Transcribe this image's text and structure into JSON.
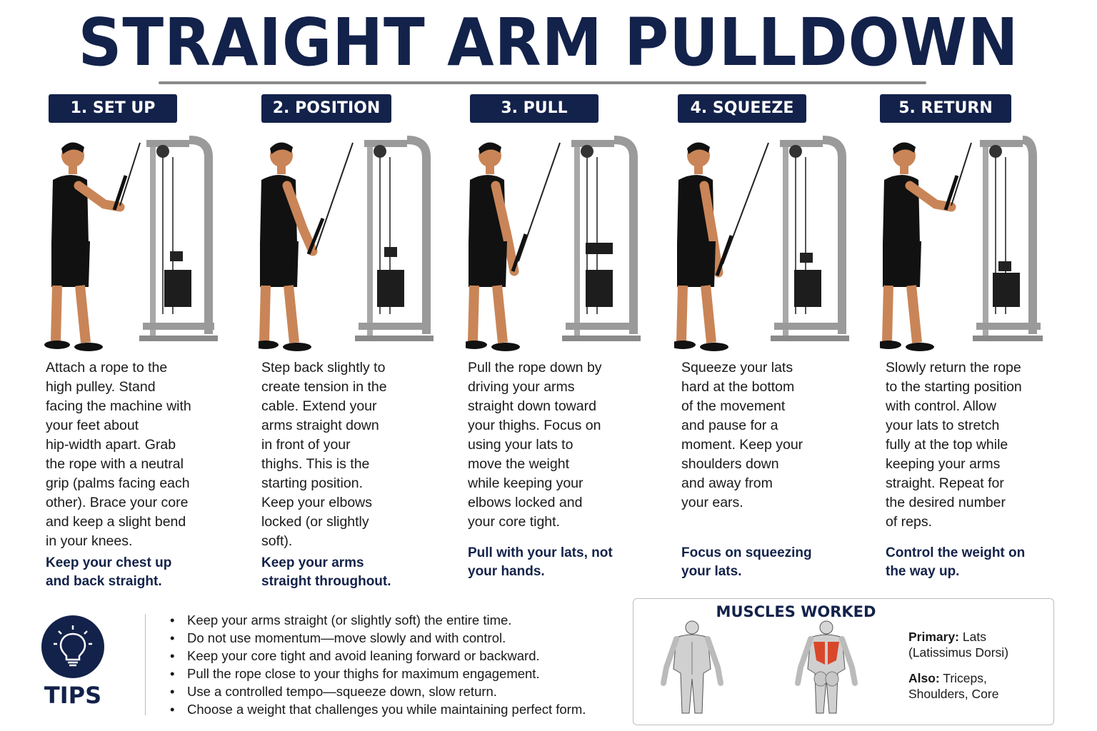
{
  "title": "STRAIGHT ARM PULLDOWN",
  "colors": {
    "navy": "#13224a",
    "skin": "#c98557",
    "frame": "#9a9a9a",
    "lats": "#d9472b"
  },
  "steps": [
    {
      "label": "1. SET UP",
      "text": [
        "Attach a rope to the",
        "high pulley. Stand",
        "facing the machine with",
        "your feet about",
        "hip-width apart. Grab",
        "the rope with a neutral",
        "grip (palms facing each",
        "other). Brace your core",
        "and keep a slight bend",
        "in your knees."
      ],
      "tip": [
        "Keep your chest up",
        "and back straight."
      ]
    },
    {
      "label": "2. POSITION",
      "text": [
        "Step back slightly to",
        "create tension in the",
        "cable. Extend your",
        "arms straight down",
        "in front of your",
        "thighs. This is the",
        "starting position.",
        "Keep your elbows",
        "locked (or slightly",
        "soft)."
      ],
      "tip": [
        "Keep your arms",
        "straight throughout."
      ]
    },
    {
      "label": "3. PULL",
      "text": [
        "Pull the rope down by",
        "driving your arms",
        "straight down toward",
        "your thighs. Focus on",
        "using your lats to",
        "move the weight",
        "while keeping your",
        "elbows locked and",
        "your core tight."
      ],
      "tip": [
        "Pull with your lats, not",
        "your hands."
      ]
    },
    {
      "label": "4. SQUEEZE",
      "text": [
        "Squeeze your lats",
        "hard at the bottom",
        "of the movement",
        "and pause for a",
        "moment. Keep your",
        "shoulders down",
        "and away from",
        "your ears."
      ],
      "tip": [
        "Focus on squeezing",
        "your lats."
      ]
    },
    {
      "label": "5. RETURN",
      "text": [
        "Slowly return the rope",
        "to the starting position",
        "with control. Allow",
        "your lats to stretch",
        "fully at the top while",
        "keeping your arms",
        "straight. Repeat for",
        "the desired number",
        "of reps."
      ],
      "tip": [
        "Control the weight on",
        "the way up."
      ]
    }
  ],
  "tips": {
    "label": "TIPS",
    "items": [
      "Keep your arms straight (or slightly soft) the entire time.",
      "Do not use momentum—move slowly and with control.",
      "Keep your core tight and avoid leaning forward or backward.",
      "Pull the rope close to your thighs for maximum engagement.",
      "Use a controlled tempo—squeeze down, slow return.",
      "Choose a weight that challenges you while maintaining perfect form."
    ]
  },
  "muscles": {
    "title": "MUSCLES WORKED",
    "primary_label": "Primary:",
    "primary_value": "Lats",
    "primary_value2": "(Latissimus Dorsi)",
    "also_label": "Also:",
    "also_value": "Triceps,",
    "also_value2": "Shoulders, Core"
  }
}
